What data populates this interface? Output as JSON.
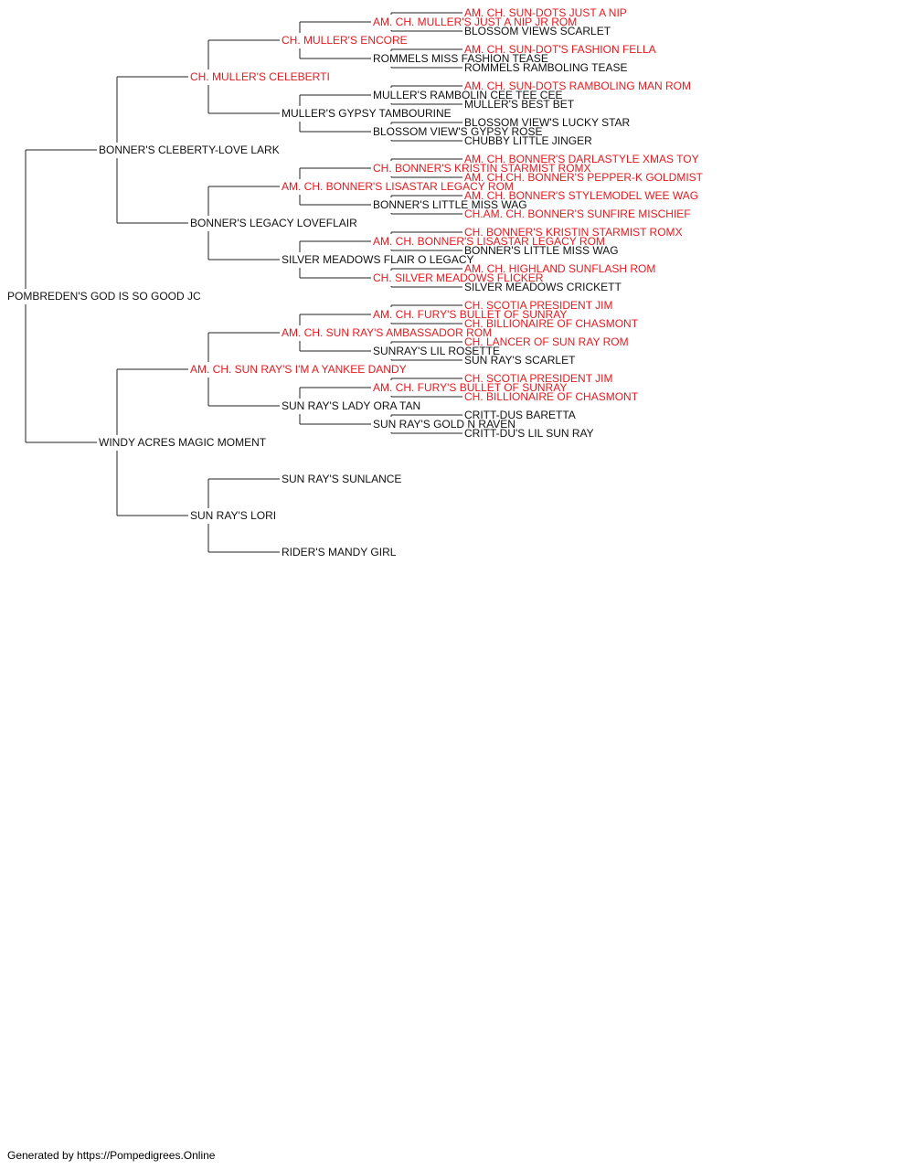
{
  "colors": {
    "champion": "#e8191e",
    "normal": "#111111",
    "line": "#222222"
  },
  "pedigree": {
    "name": "POMBREDEN'S GOD IS SO GOOD JC",
    "champion": false,
    "sire": {
      "name": "BONNER'S CLEBERTY-LOVE LARK",
      "champion": false,
      "sire": {
        "name": "CH. MULLER'S CELEBERTI",
        "champion": true,
        "sire": {
          "name": "CH. MULLER'S ENCORE",
          "champion": true,
          "sire": {
            "name": "AM. CH. MULLER'S JUST A NIP JR ROM",
            "champion": true,
            "sire": {
              "name": "AM. CH. SUN-DOTS JUST A NIP",
              "champion": true
            },
            "dam": {
              "name": "BLOSSOM VIEWS SCARLET",
              "champion": false
            }
          },
          "dam": {
            "name": "ROMMELS MISS FASHION TEASE",
            "champion": false,
            "sire": {
              "name": "AM. CH. SUN-DOT'S FASHION FELLA",
              "champion": true
            },
            "dam": {
              "name": "ROMMELS RAMBOLING TEASE",
              "champion": false
            }
          }
        },
        "dam": {
          "name": "MULLER'S GYPSY TAMBOURINE",
          "champion": false,
          "sire": {
            "name": "MULLER'S RAMBOLIN CEE TEE CEE",
            "champion": false,
            "sire": {
              "name": "AM. CH. SUN-DOTS RAMBOLING MAN ROM",
              "champion": true
            },
            "dam": {
              "name": "MULLER'S BEST BET",
              "champion": false
            }
          },
          "dam": {
            "name": "BLOSSOM VIEW'S GYPSY ROSE",
            "champion": false,
            "sire": {
              "name": "BLOSSOM VIEW'S LUCKY STAR",
              "champion": false
            },
            "dam": {
              "name": "CHUBBY LITTLE JINGER",
              "champion": false
            }
          }
        }
      },
      "dam": {
        "name": "BONNER'S LEGACY LOVEFLAIR",
        "champion": false,
        "sire": {
          "name": "AM. CH. BONNER'S LISASTAR LEGACY ROM",
          "champion": true,
          "sire": {
            "name": "CH. BONNER'S KRISTIN STARMIST ROMX",
            "champion": true,
            "sire": {
              "name": "AM. CH. BONNER'S DARLASTYLE XMAS TOY",
              "champion": true
            },
            "dam": {
              "name": "AM. CH.CH. BONNER'S PEPPER-K GOLDMIST",
              "champion": true
            }
          },
          "dam": {
            "name": "BONNER'S LITTLE MISS WAG",
            "champion": false,
            "sire": {
              "name": "AM. CH. BONNER'S STYLEMODEL WEE WAG",
              "champion": true
            },
            "dam": {
              "name": "CH.AM. CH. BONNER'S SUNFIRE MISCHIEF",
              "champion": true
            }
          }
        },
        "dam": {
          "name": "SILVER MEADOWS FLAIR O LEGACY",
          "champion": false,
          "sire": {
            "name": "AM. CH. BONNER'S LISASTAR LEGACY ROM",
            "champion": true,
            "sire": {
              "name": "CH. BONNER'S KRISTIN STARMIST ROMX",
              "champion": true
            },
            "dam": {
              "name": "BONNER'S LITTLE MISS WAG",
              "champion": false
            }
          },
          "dam": {
            "name": "CH. SILVER MEADOWS FLICKER",
            "champion": true,
            "sire": {
              "name": "AM. CH. HIGHLAND SUNFLASH ROM",
              "champion": true
            },
            "dam": {
              "name": "SILVER MEADOWS CRICKETT",
              "champion": false
            }
          }
        }
      }
    },
    "dam": {
      "name": "WINDY ACRES MAGIC MOMENT",
      "champion": false,
      "sire": {
        "name": "AM. CH. SUN RAY'S I'M A YANKEE DANDY",
        "champion": true,
        "sire": {
          "name": "AM. CH. SUN RAY'S AMBASSADOR ROM",
          "champion": true,
          "sire": {
            "name": "AM. CH. FURY'S BULLET OF SUNRAY",
            "champion": true,
            "sire": {
              "name": "CH. SCOTIA PRESIDENT JIM",
              "champion": true
            },
            "dam": {
              "name": "CH. BILLIONAIRE OF CHASMONT",
              "champion": true
            }
          },
          "dam": {
            "name": "SUNRAY'S LIL ROSETTE",
            "champion": false,
            "sire": {
              "name": "CH. LANCER OF SUN RAY ROM",
              "champion": true
            },
            "dam": {
              "name": "SUN RAY'S SCARLET",
              "champion": false
            }
          }
        },
        "dam": {
          "name": "SUN RAY'S LADY ORA TAN",
          "champion": false,
          "sire": {
            "name": "AM. CH. FURY'S BULLET OF SUNRAY",
            "champion": true,
            "sire": {
              "name": "CH. SCOTIA PRESIDENT JIM",
              "champion": true
            },
            "dam": {
              "name": "CH. BILLIONAIRE OF CHASMONT",
              "champion": true
            }
          },
          "dam": {
            "name": "SUN RAY'S GOLD N RAVEN",
            "champion": false,
            "sire": {
              "name": "CRITT-DUS BARETTA",
              "champion": false
            },
            "dam": {
              "name": "CRITT-DU'S LIL SUN RAY",
              "champion": false
            }
          }
        }
      },
      "dam": {
        "name": "SUN RAY'S LORI",
        "champion": false,
        "sire": {
          "name": "SUN RAY'S SUNLANCE",
          "champion": false
        },
        "dam": {
          "name": "RIDER'S MANDY GIRL",
          "champion": false
        }
      }
    }
  },
  "footer": "Generated by https://Pompedigrees.Online"
}
